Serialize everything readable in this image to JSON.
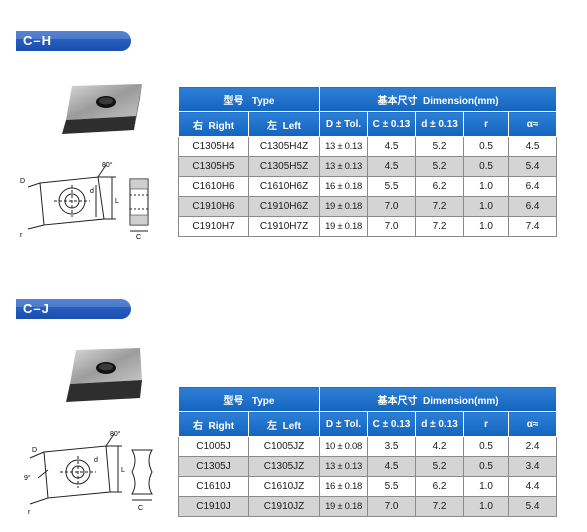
{
  "sections": [
    {
      "tab_label": "C–H",
      "header": {
        "model_cn": "型号",
        "model_en": "Type",
        "dim_cn": "基本尺寸",
        "dim_en": "Dimension(mm)",
        "right_cn": "右",
        "right_en": "Right",
        "left_cn": "左",
        "left_en": "Left",
        "col_d": "D ± Tol.",
        "col_c": "C ± 0.13",
        "col_dd": "d ± 0.13",
        "col_r": "r",
        "col_a": "α≈"
      },
      "drawing_labels": {
        "angle": "80°",
        "D": "D",
        "d": "d",
        "L": "L",
        "r": "r",
        "C": "C"
      },
      "rows": [
        {
          "right": "C1305H4",
          "left": "C1305H4Z",
          "D": "13 ± 0.13",
          "C": "4.5",
          "d": "5.2",
          "r": "0.5",
          "a": "4.5"
        },
        {
          "right": "C1305H5",
          "left": "C1305H5Z",
          "D": "13 ± 0.13",
          "C": "4.5",
          "d": "5.2",
          "r": "0.5",
          "a": "5.4"
        },
        {
          "right": "C1610H6",
          "left": "C1610H6Z",
          "D": "16 ± 0.18",
          "C": "5.5",
          "d": "6.2",
          "r": "1.0",
          "a": "6.4"
        },
        {
          "right": "C1910H6",
          "left": "C1910H6Z",
          "D": "19 ± 0.18",
          "C": "7.0",
          "d": "7.2",
          "r": "1.0",
          "a": "6.4"
        },
        {
          "right": "C1910H7",
          "left": "C1910H7Z",
          "D": "19 ± 0.18",
          "C": "7.0",
          "d": "7.2",
          "r": "1.0",
          "a": "7.4"
        }
      ]
    },
    {
      "tab_label": "C–J",
      "header": {
        "model_cn": "型号",
        "model_en": "Type",
        "dim_cn": "基本尺寸",
        "dim_en": "Dimension(mm)",
        "right_cn": "右",
        "right_en": "Right",
        "left_cn": "左",
        "left_en": "Left",
        "col_d": "D ± Tol.",
        "col_c": "C ± 0.13",
        "col_dd": "d ± 0.13",
        "col_r": "r",
        "col_a": "α≈"
      },
      "drawing_labels": {
        "angle": "80°",
        "angle2": "9°",
        "D": "D",
        "d": "d",
        "L": "L",
        "r": "r",
        "C": "C"
      },
      "rows": [
        {
          "right": "C1005J",
          "left": "C1005JZ",
          "D": "10 ± 0.08",
          "C": "3.5",
          "d": "4.2",
          "r": "0.5",
          "a": "2.4"
        },
        {
          "right": "C1305J",
          "left": "C1305JZ",
          "D": "13 ± 0.13",
          "C": "4.5",
          "d": "5.2",
          "r": "0.5",
          "a": "3.4"
        },
        {
          "right": "C1610J",
          "left": "C1610JZ",
          "D": "16 ± 0.18",
          "C": "5.5",
          "d": "6.2",
          "r": "1.0",
          "a": "4.4"
        },
        {
          "right": "C1910J",
          "left": "C1910JZ",
          "D": "19 ± 0.18",
          "C": "7.0",
          "d": "7.2",
          "r": "1.0",
          "a": "5.4"
        }
      ]
    }
  ]
}
